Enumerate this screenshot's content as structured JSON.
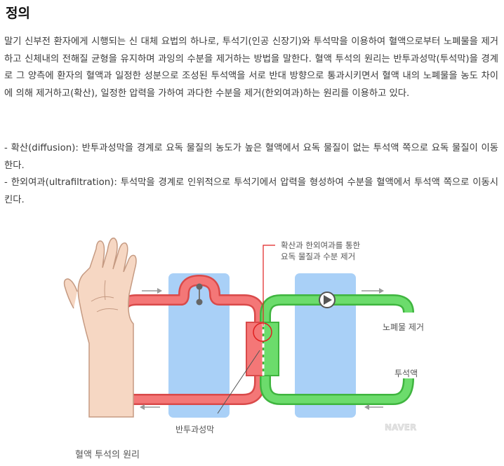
{
  "title": "정의",
  "paragraph": "말기 신부전 환자에게 시행되는 신 대체 요법의 하나로, 투석기(인공 신장기)와 투석막을 이용하여 혈액으로부터 노폐물을 제거하고 신체내의 전해질 균형을 유지하며 과잉의 수분을 제거하는 방법을 말한다. 혈액 투석의 원리는 반투과성막(투석막)을 경계로 그 양측에 환자의 혈액과 일정한 성분으로 조성된 투석액을 서로 반대 방향으로 통과시키면서 혈액 내의 노폐물을 농도 차이에 의해 제거하고(확산), 일정한 압력을 가하여 과다한 수분을 제거(한외여과)하는 원리를 이용하고 있다.",
  "bullets": [
    "- 확산(diffusion): 반투과성막을 경계로 요독 물질의 농도가 높은 혈액에서 요독 물질이 없는 투석액 쪽으로 요독 물질이 이동한다.",
    "- 한외여과(ultrafiltration): 투석막을 경계로 인위적으로 투석기에서 압력을 형성하여 수분을 혈액에서 투석액 쪽으로 이동시킨다."
  ],
  "figure": {
    "callout_line1": "확산과 한외여과를 통한",
    "callout_line2": "요독 물질과 수분 제거",
    "label_waste": "노폐물 제거",
    "label_dialysate": "투석액",
    "label_membrane": "반투과성막",
    "watermark": "NAVER",
    "caption": "혈액 투석의 원리"
  },
  "colors": {
    "blood": "#f47777",
    "blood_outline": "#d94a4a",
    "dialysate": "#6cdc6c",
    "dialysate_outline": "#3fb53f",
    "panel": "#a9d0f7",
    "skin": "#f6d7c3",
    "skin_outline": "#c59a82",
    "callout": "#e02020"
  }
}
